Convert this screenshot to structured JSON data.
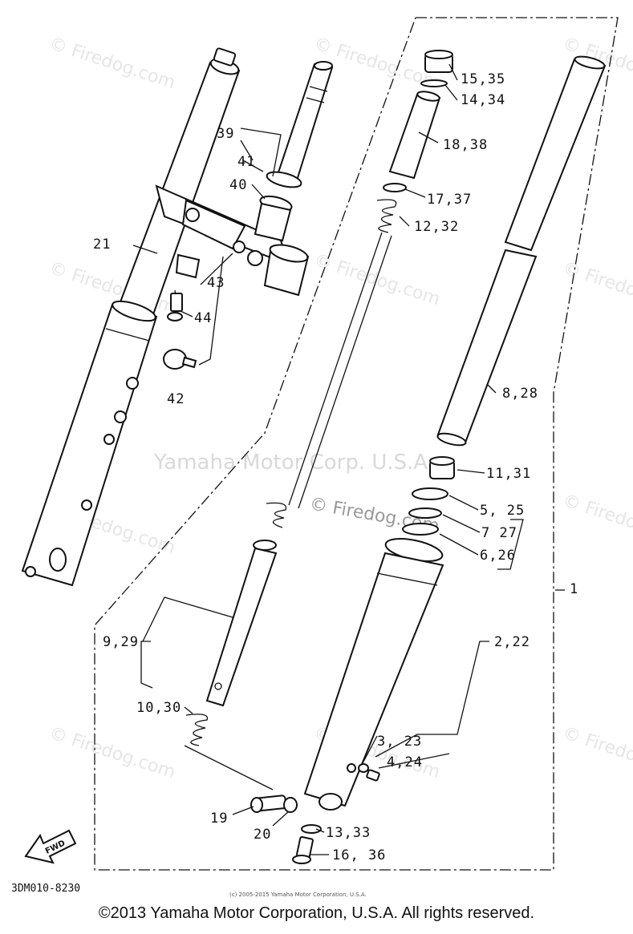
{
  "watermarks": {
    "site": "© Firedog.com",
    "center": "Yamaha Motor Corp. U.S.A.",
    "fire": "© Firedog.com"
  },
  "labels": {
    "p1": "1",
    "p2_22": "2,22",
    "p3_23": "3, 23",
    "p4_24": "4,24",
    "p5_25": "5, 25",
    "p6_26": "6,26",
    "p7_27": "7 27",
    "p8_28": "8,28",
    "p9_29": "9,29",
    "p10_30": "10,30",
    "p11_31": "11,31",
    "p12_32": "12,32",
    "p13_33": "13,33",
    "p14_34": "14,34",
    "p15_35": "15,35",
    "p16_36": "16, 36",
    "p17_37": "17,37",
    "p18_38": "18,38",
    "p19": "19",
    "p20": "20",
    "p21": "21",
    "p39": "39",
    "p40": "40",
    "p41": "41",
    "p42": "42",
    "p43": "43",
    "p44": "44"
  },
  "fwd_label": "FWD",
  "diagram_code": "3DM010-8230",
  "small_notice": "(c) 2005-2015 Yamaha Motor Corporation, U.S.A.",
  "footer": "©2013 Yamaha Motor Corporation, U.S.A. All rights reserved."
}
